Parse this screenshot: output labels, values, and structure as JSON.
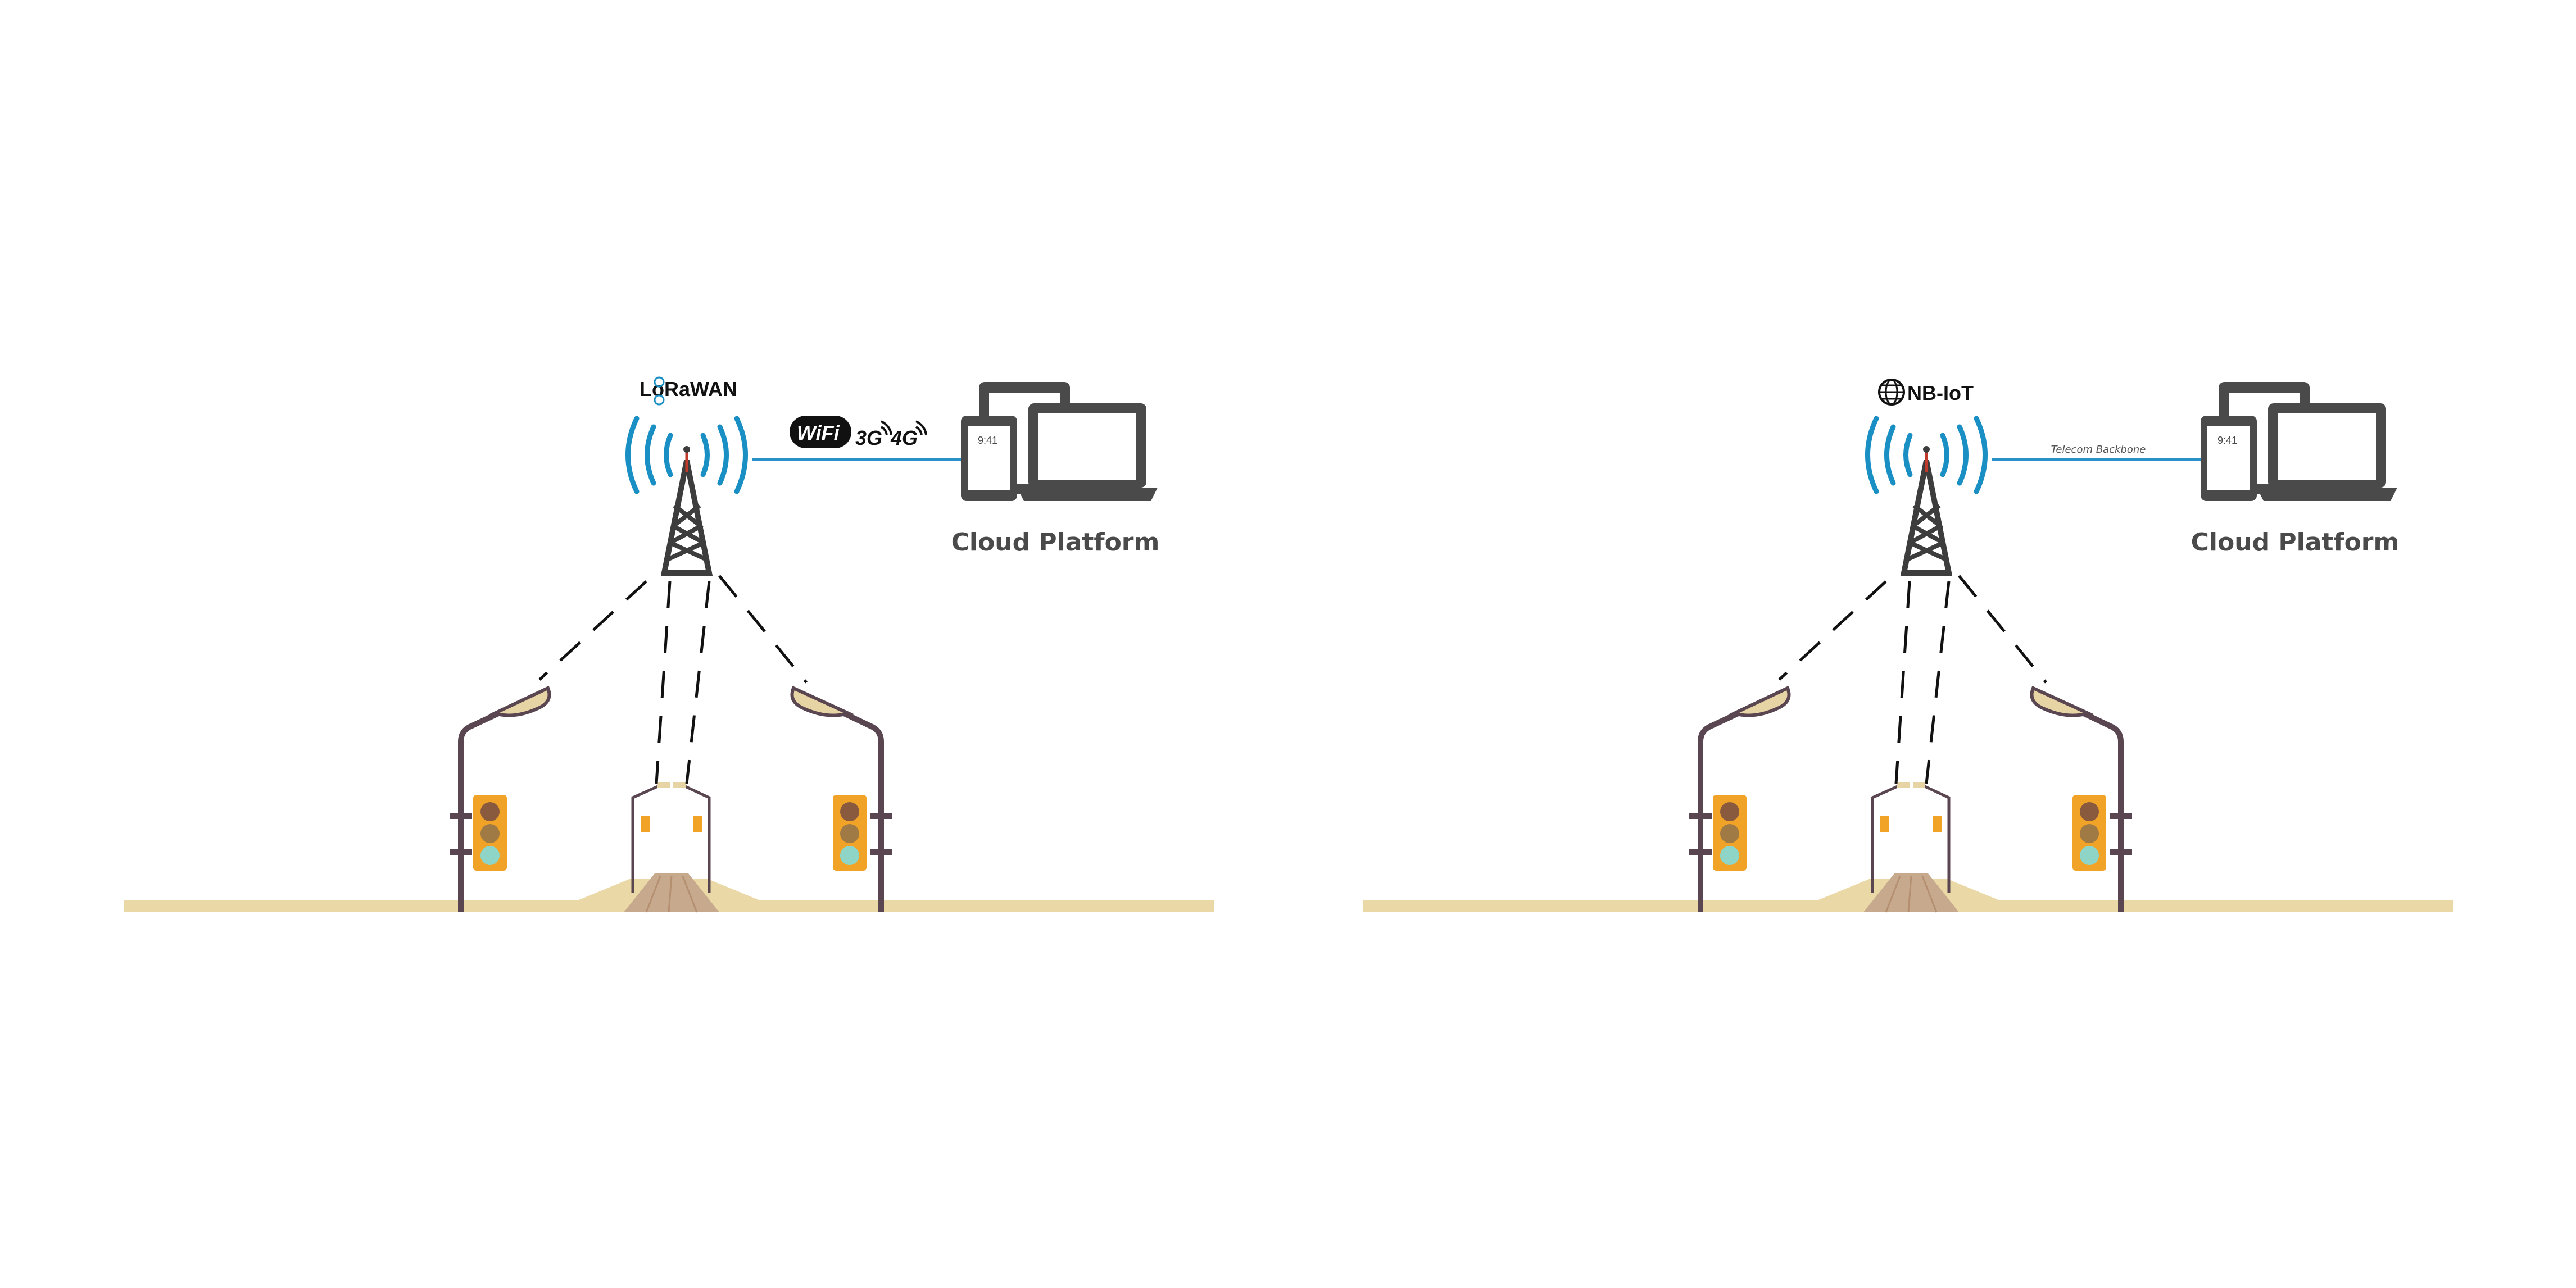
{
  "colors": {
    "background": "#ffffff",
    "ground": "#ead9a6",
    "road": "#c7a98d",
    "pole": "#5a4650",
    "lamp_head": "#e7d4a4",
    "traffic_body": "#f0a327",
    "light_red": "#8a5a3e",
    "light_yellow": "#a07a45",
    "light_green": "#8ed5c8",
    "tower": "#3d3d3d",
    "tower_tip": "#c0392b",
    "waves": "#1a8fc4",
    "link_line": "#2a90c8",
    "device": "#4a4a4a",
    "dash": "#111111"
  },
  "panels": [
    {
      "network_name": "LoRaWAN",
      "network_icon": "lorawan-logo",
      "link_label": "",
      "link_badges": [
        "WiFi",
        "3G",
        "4G"
      ],
      "device_screen_time": "9:41",
      "cloud_label": "Cloud Platform"
    },
    {
      "network_name": "NB-IoT",
      "network_icon": "nb-iot-globe-logo",
      "link_label": "Telecom Backbone",
      "link_badges": [],
      "device_screen_time": "9:41",
      "cloud_label": "Cloud Platform"
    }
  ]
}
